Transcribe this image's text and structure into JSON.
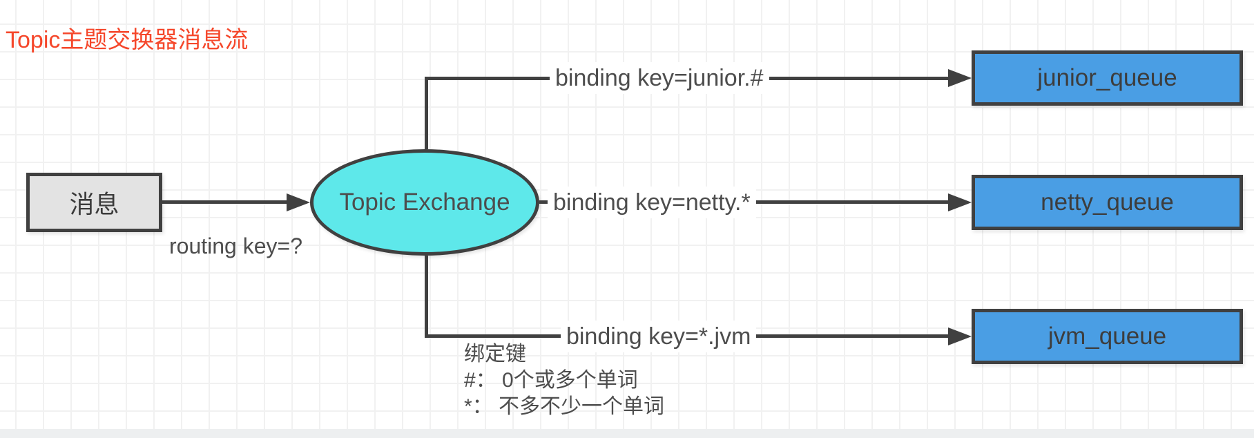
{
  "title": "Topic主题交换器消息流",
  "message_node": "消息",
  "routing_label": "routing key=?",
  "exchange_node": "Topic Exchange",
  "bindings": [
    {
      "label": "binding key=junior.#",
      "queue": "junior_queue"
    },
    {
      "label": "binding key=netty.*",
      "queue": "netty_queue"
    },
    {
      "label": "binding key=*.jvm",
      "queue": "jvm_queue"
    }
  ],
  "legend": [
    "绑定键",
    "#： 0个或多个单词",
    "*： 不多不少一个单词"
  ],
  "colors": {
    "title": "#f5472b",
    "exchange_fill": "#5ee8ea",
    "queue_fill": "#4a9ee4",
    "message_fill": "#e3e3e3",
    "line": "#404040",
    "grid_line": "#f1f1f1",
    "footer_strip": "#edeff0"
  }
}
